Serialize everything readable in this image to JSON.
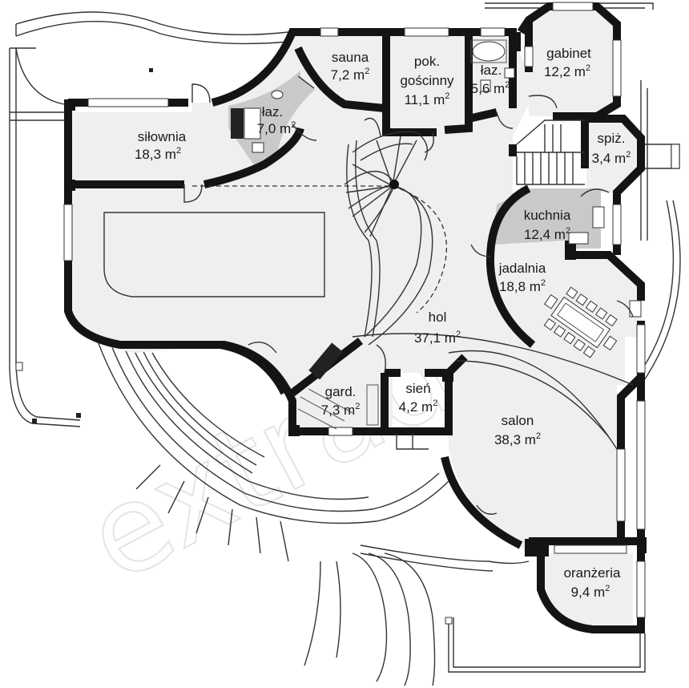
{
  "plan": {
    "area_unit": "m",
    "area_exponent": "2",
    "watermark": "extradom",
    "rooms": [
      {
        "id": "silownia",
        "name": "siłownia",
        "area": "18,3"
      },
      {
        "id": "laz1",
        "name": "łaz.",
        "area": "7,0"
      },
      {
        "id": "sauna",
        "name": "sauna",
        "area": "7,2"
      },
      {
        "id": "pok",
        "name": "pok.",
        "name2": "gościnny",
        "area": "11,1"
      },
      {
        "id": "laz2",
        "name": "łaz.",
        "area": "5,6"
      },
      {
        "id": "gabinet",
        "name": "gabinet",
        "area": "12,2"
      },
      {
        "id": "spiz",
        "name": "spiż.",
        "area": "3,4"
      },
      {
        "id": "kuchnia",
        "name": "kuchnia",
        "area": "12,4"
      },
      {
        "id": "jadalnia",
        "name": "jadalnia",
        "area": "18,8"
      },
      {
        "id": "hol",
        "name": "hol",
        "area": "37,1"
      },
      {
        "id": "gard",
        "name": "gard.",
        "area": "7,3"
      },
      {
        "id": "sien",
        "name": "sień",
        "area": "4,2"
      },
      {
        "id": "salon",
        "name": "salon",
        "area": "38,3"
      },
      {
        "id": "oranzeria",
        "name": "oranżeria",
        "area": "9,4"
      }
    ]
  }
}
